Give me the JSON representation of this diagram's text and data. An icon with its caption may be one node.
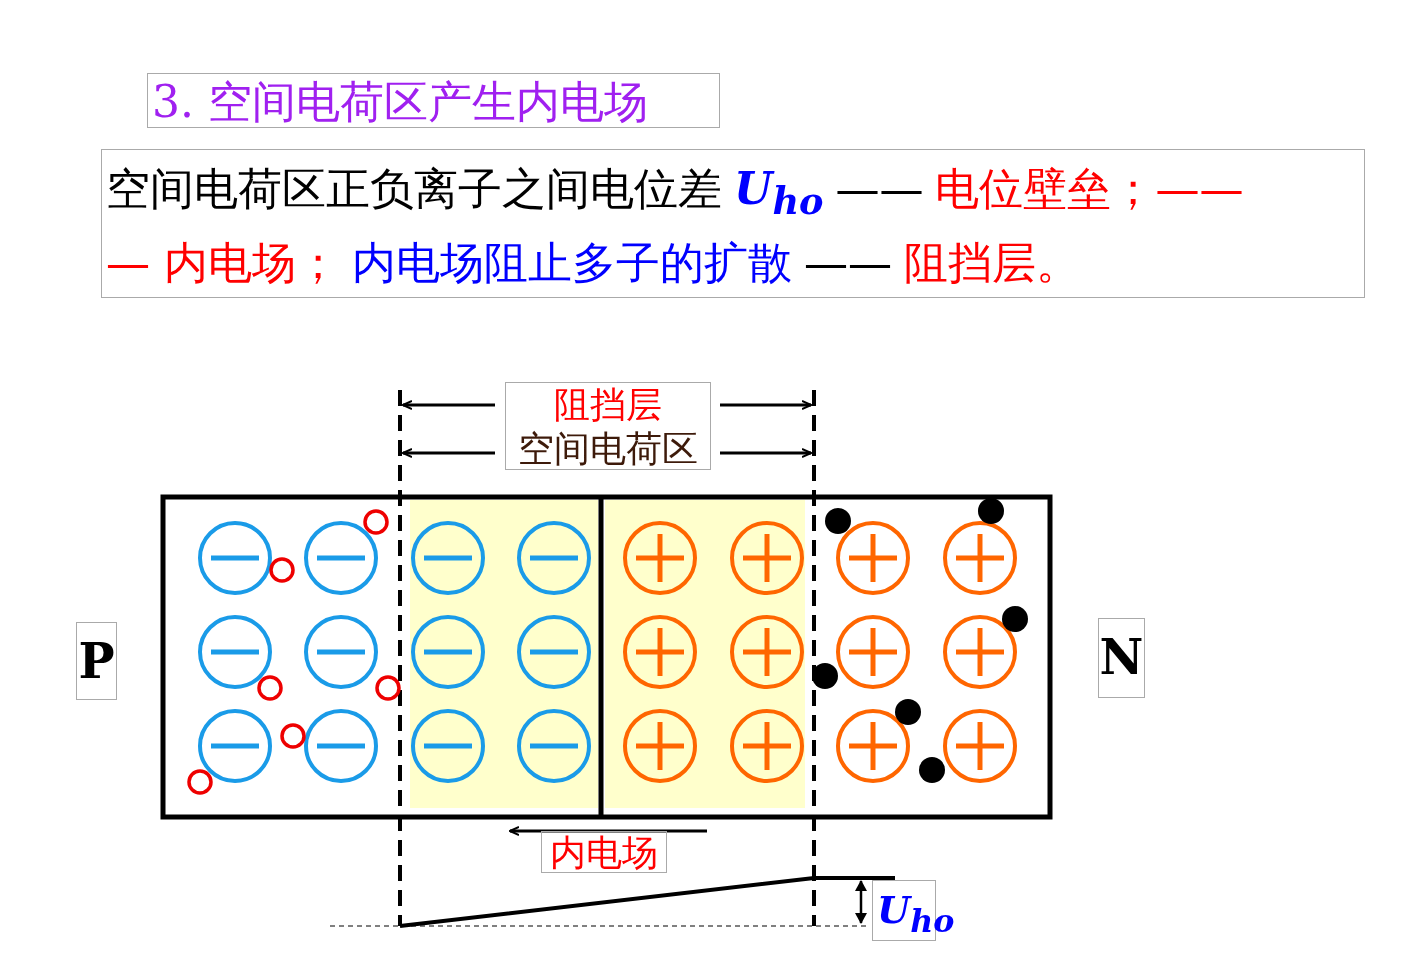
{
  "diagram": {
    "title": "3. 空间电荷区产生内电场",
    "labels": [
      "空间电荷区正负离子之间电位差",
      "U$_{ho}$",
      "——",
      "电位壁垒；——",
      "— 内电场；",
      "内电场阻止多子的扩散",
      "——",
      "阻挡层。",
      "阻挡层",
      "空间电荷区",
      "P",
      "N",
      "内电场",
      "U$_{ho}$"
    ]
  }
}
